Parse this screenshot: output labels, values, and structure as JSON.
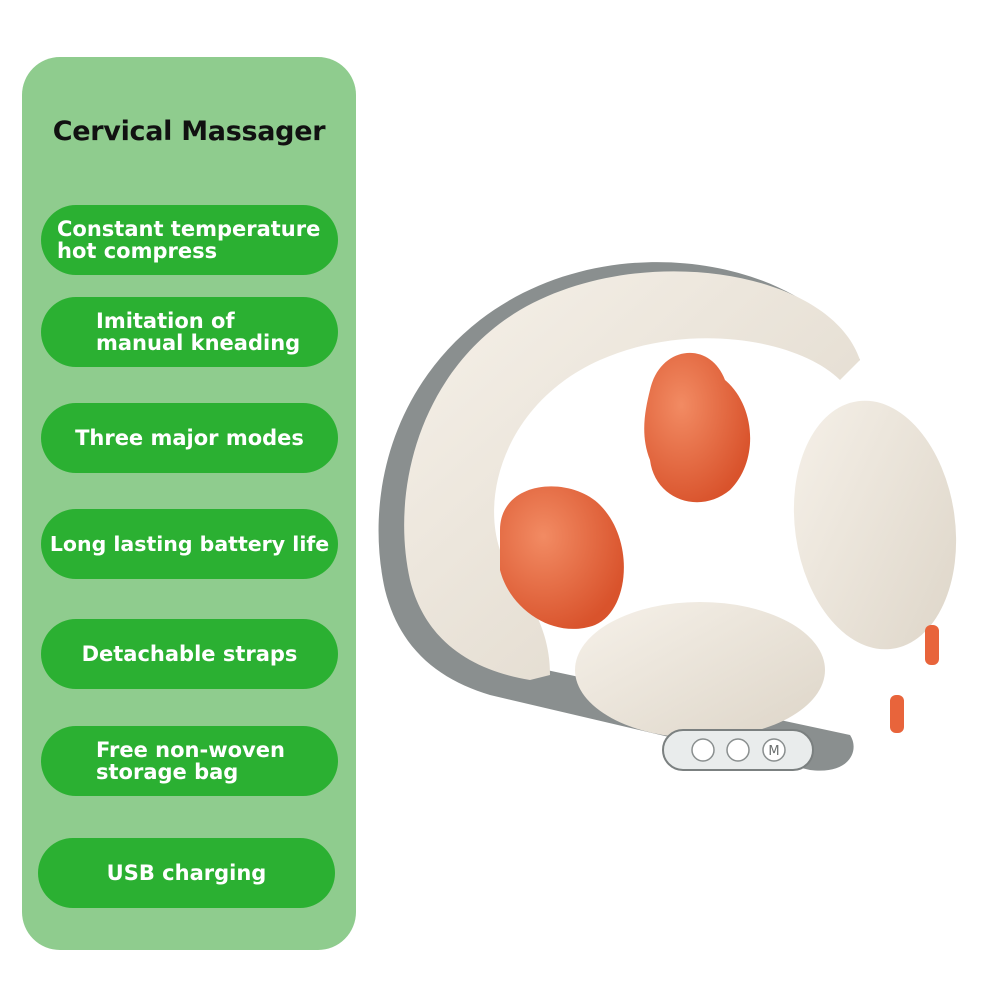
{
  "title": "Cervical Massager",
  "features": [
    {
      "line1": "Constant temperature",
      "line2": "hot compress"
    },
    {
      "line1": "Imitation of",
      "line2": "manual kneading"
    },
    {
      "line1": "Three major modes",
      "line2": ""
    },
    {
      "line1": "Long lasting battery life",
      "line2": ""
    },
    {
      "line1": "Detachable straps",
      "line2": ""
    },
    {
      "line1": "Free non-woven",
      "line2": "storage bag"
    },
    {
      "line1": "USB charging",
      "line2": ""
    }
  ],
  "colors": {
    "panel": "#8fcc8e",
    "pill": "#2bb032",
    "cushion": "#efe9df",
    "frame": "#8a8f8f",
    "nodes": "#e8643b"
  },
  "icons": [
    "home-icon",
    "level-icon",
    "mode-icon"
  ],
  "controls": {
    "mode_label": "M"
  }
}
